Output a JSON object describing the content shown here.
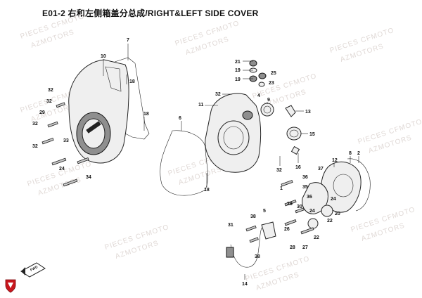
{
  "header": {
    "title": "E01-2 右和左侧箱盖分总成/RIGHT&LEFT SIDE COVER"
  },
  "watermark": {
    "line1": "PIECES CFMOTO",
    "line2": "AZMOTORS"
  },
  "icons": {
    "fwd_arrow": "fwd-arrow-icon",
    "logo": "shield-logo-icon",
    "fwd_text": "FWD"
  },
  "callouts": {
    "c1": "1",
    "c2": "2",
    "c4": "4",
    "c5": "5",
    "c6": "6",
    "c7": "7",
    "c8": "8",
    "c9": "9",
    "c10": "10",
    "c11": "11",
    "c12": "12",
    "c13": "13",
    "c14": "14",
    "c15": "15",
    "c16": "16",
    "c18a": "18",
    "c18b": "18",
    "c18c": "18",
    "c19a": "19",
    "c19b": "19",
    "c20": "20",
    "c21": "21",
    "c22a": "22",
    "c22b": "22",
    "c23": "23",
    "c24a": "24",
    "c24b": "24",
    "c24c": "24",
    "c25": "25",
    "c26": "26",
    "c27": "27",
    "c28a": "28",
    "c28b": "28",
    "c29": "29",
    "c30": "30",
    "c31": "31",
    "c32a": "32",
    "c32b": "32",
    "c32c": "32",
    "c32d": "32",
    "c33": "33",
    "c34": "34",
    "c35": "35",
    "c36a": "36",
    "c36b": "36",
    "c37": "37",
    "c38a": "38",
    "c38b": "38"
  }
}
